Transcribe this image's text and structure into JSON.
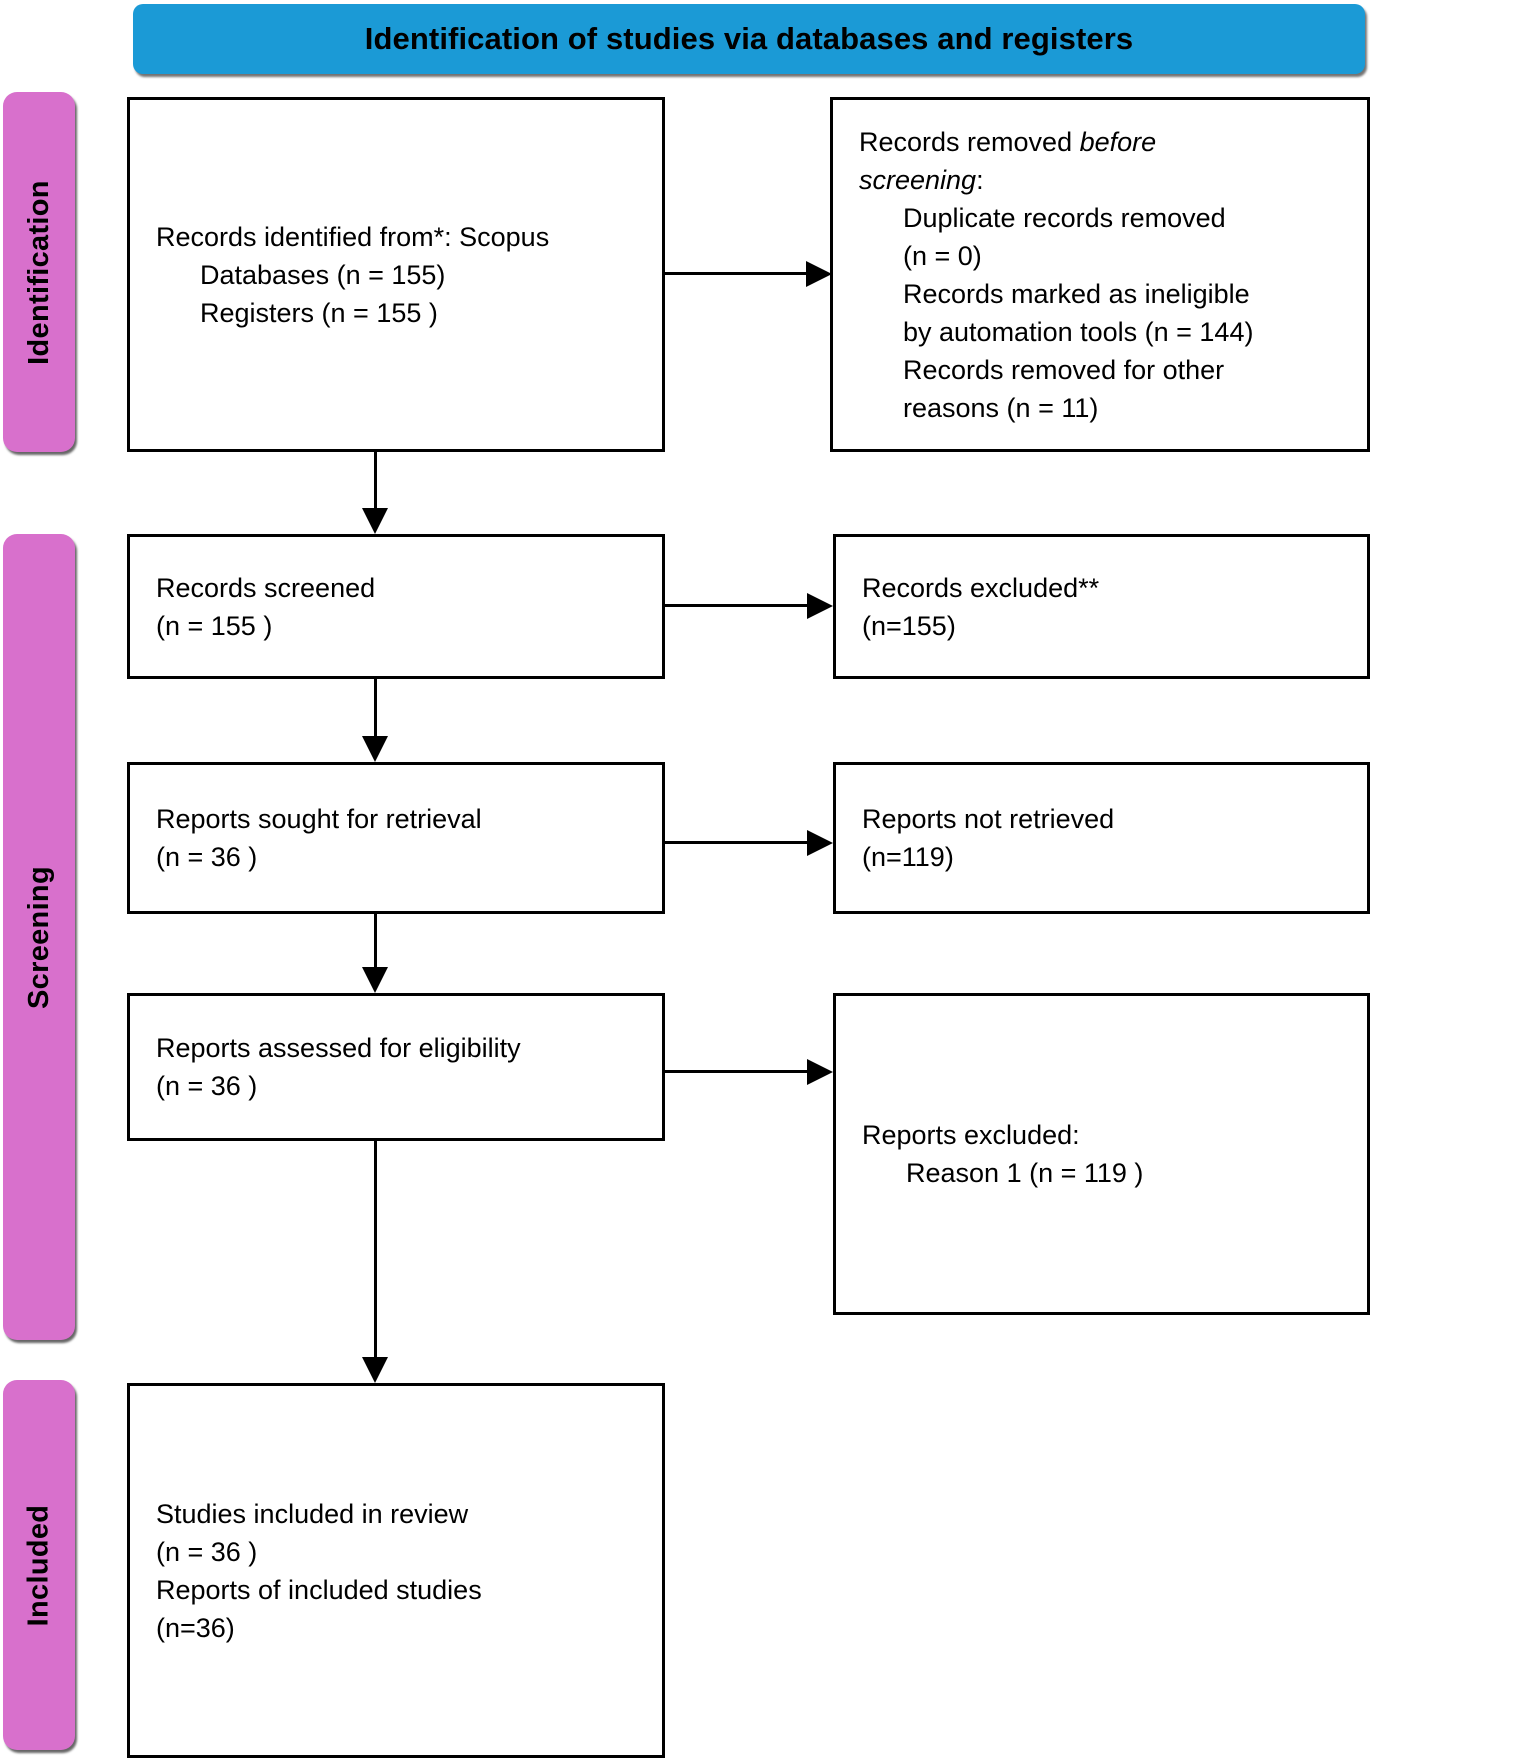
{
  "diagram": {
    "type": "prisma-flow-diagram",
    "banner": {
      "title": "Identification of studies via databases and registers",
      "color": "#1b9ad6"
    },
    "stage_labels": [
      {
        "id": "identification",
        "label": "Identification",
        "color": "#d870cc"
      },
      {
        "id": "screening",
        "label": "Screening",
        "color": "#d870cc"
      },
      {
        "id": "included",
        "label": "Included",
        "color": "#d870cc"
      }
    ],
    "boxes": {
      "identified": {
        "line1": "Records identified from*: Scopus",
        "line2": "Databases (n = 155)",
        "line3": "Registers (n = 155 )"
      },
      "removed": {
        "line1_a": "Records removed ",
        "line1_b": "before",
        "line2_a": "screening",
        "line2_b": ":",
        "line3": "Duplicate records removed",
        "line4": "(n = 0)",
        "line5": "Records marked as ineligible",
        "line6": "by automation tools (n = 144)",
        "line7": "Records removed for other",
        "line8": "reasons (n = 11)"
      },
      "screened": {
        "line1": "Records screened",
        "line2": "(n = 155 )"
      },
      "records_excluded": {
        "line1": "Records excluded**",
        "line2": "(n=155)"
      },
      "sought": {
        "line1": "Reports sought for retrieval",
        "line2": "(n = 36 )"
      },
      "not_retrieved": {
        "line1": "Reports not retrieved",
        "line2": "(n=119)"
      },
      "assessed": {
        "line1": "Reports assessed for eligibility",
        "line2": "(n = 36 )"
      },
      "reports_excluded": {
        "line1": "Reports excluded:",
        "line2": "Reason 1 (n = 119 )"
      },
      "included": {
        "line1": "Studies included in review",
        "line2": "(n = 36 )",
        "line3": "Reports of included studies",
        "line4": "(n=36)"
      }
    },
    "chart_data": {
      "type": "table",
      "title": "Identification of studies via databases and registers",
      "records": [
        {
          "stage": "Identification",
          "item": "Records identified from Databases",
          "n": 155
        },
        {
          "stage": "Identification",
          "item": "Records identified from Registers",
          "n": 155
        },
        {
          "stage": "Identification",
          "item": "Duplicate records removed",
          "n": 0
        },
        {
          "stage": "Identification",
          "item": "Records marked as ineligible by automation tools",
          "n": 144
        },
        {
          "stage": "Identification",
          "item": "Records removed for other reasons",
          "n": 11
        },
        {
          "stage": "Screening",
          "item": "Records screened",
          "n": 155
        },
        {
          "stage": "Screening",
          "item": "Records excluded",
          "n": 155
        },
        {
          "stage": "Screening",
          "item": "Reports sought for retrieval",
          "n": 36
        },
        {
          "stage": "Screening",
          "item": "Reports not retrieved",
          "n": 119
        },
        {
          "stage": "Screening",
          "item": "Reports assessed for eligibility",
          "n": 36
        },
        {
          "stage": "Screening",
          "item": "Reports excluded - Reason 1",
          "n": 119
        },
        {
          "stage": "Included",
          "item": "Studies included in review",
          "n": 36
        },
        {
          "stage": "Included",
          "item": "Reports of included studies",
          "n": 36
        }
      ]
    }
  }
}
